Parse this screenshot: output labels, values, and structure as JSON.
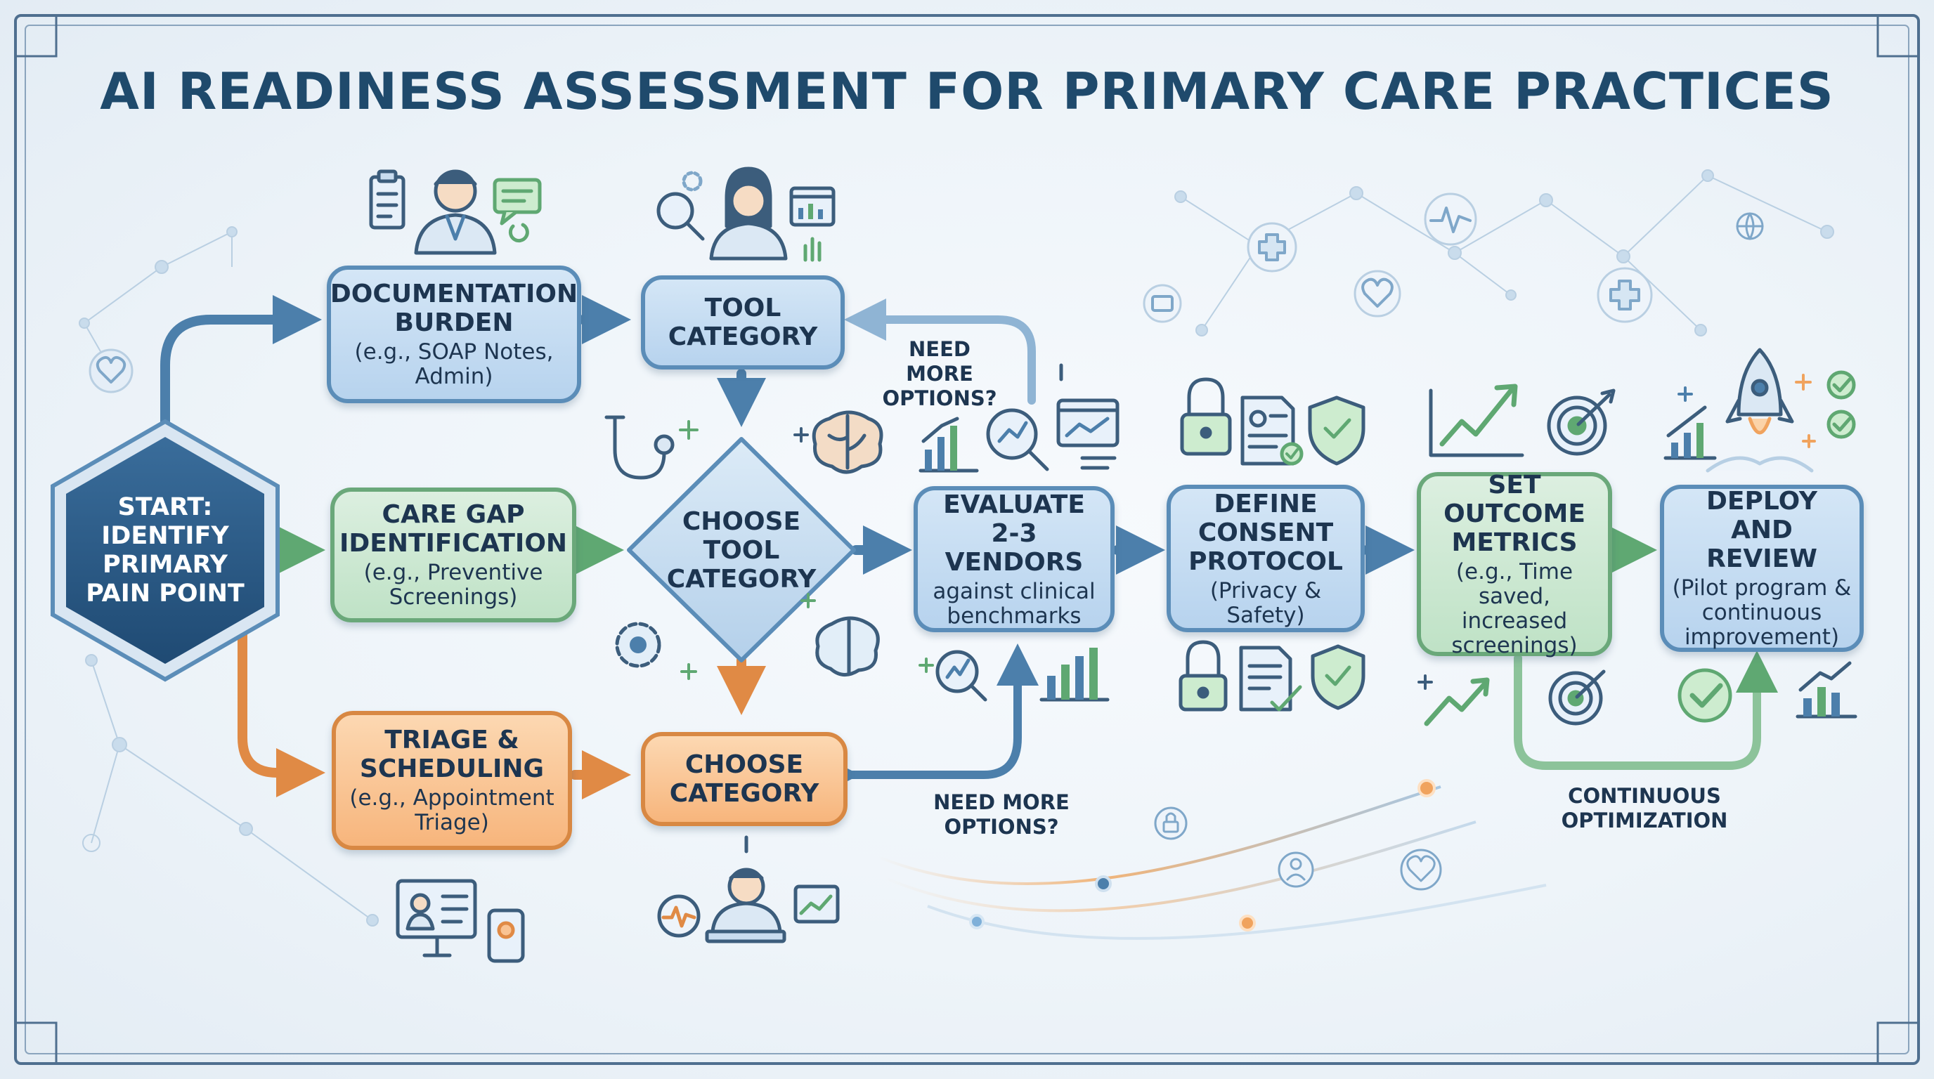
{
  "title": "AI READINESS ASSESSMENT FOR PRIMARY CARE PRACTICES",
  "start": {
    "label": "START: IDENTIFY PRIMARY PAIN POINT"
  },
  "nodes": {
    "documentation": {
      "title": "DOCUMENTATION BURDEN",
      "subtitle": "(e.g., SOAP Notes, Admin)"
    },
    "care_gap": {
      "title": "CARE GAP IDENTIFICATION",
      "subtitle": "(e.g., Preventive Screenings)"
    },
    "triage": {
      "title": "TRIAGE & SCHEDULING",
      "subtitle": "(e.g., Appointment Triage)"
    },
    "tool_category": {
      "title": "TOOL CATEGORY"
    },
    "choose_tool_category": {
      "title": "CHOOSE TOOL CATEGORY"
    },
    "choose_category": {
      "title": "CHOOSE CATEGORY"
    },
    "evaluate": {
      "title": "EVALUATE 2-3 VENDORS",
      "subtitle": "against clinical benchmarks"
    },
    "consent": {
      "title": "DEFINE CONSENT PROTOCOL",
      "subtitle": "(Privacy & Safety)"
    },
    "metrics": {
      "title": "SET OUTCOME METRICS",
      "subtitle": "(e.g., Time saved, increased screenings)"
    },
    "deploy": {
      "title": "DEPLOY AND REVIEW",
      "subtitle": "(Pilot program & continuous improvement)"
    }
  },
  "loops": {
    "need_more_top": "NEED MORE OPTIONS?",
    "need_more_bottom": "NEED MORE OPTIONS?",
    "continuous": "CONTINUOUS OPTIMIZATION"
  },
  "colors": {
    "title": "#1f4a6c",
    "blue_fill": "#c6dcf1",
    "blue_border": "#5b8db8",
    "green_fill": "#cde8d3",
    "green_border": "#6aa87a",
    "orange_fill": "#f9c393",
    "orange_border": "#d88843",
    "hex_fill": "#2f5f8c",
    "arrow_blue": "#4c7fab",
    "arrow_green": "#5fa872",
    "arrow_orange": "#e08a45"
  },
  "icons": [
    "clipboard-icon",
    "doctor-icon",
    "chat-icon",
    "magnifier-icon",
    "female-doctor-icon",
    "dashboard-icon",
    "stethoscope-icon",
    "brain-icon",
    "gear-brain-icon",
    "bar-chart-icon",
    "chart-search-icon",
    "lock-icon",
    "id-document-icon",
    "shield-check-icon",
    "trend-chart-icon",
    "target-icon",
    "rocket-icon",
    "checkmark-icon",
    "heart-icon",
    "medical-cross-icon",
    "heartbeat-icon",
    "telehealth-icon",
    "physician-monitor-icon"
  ]
}
